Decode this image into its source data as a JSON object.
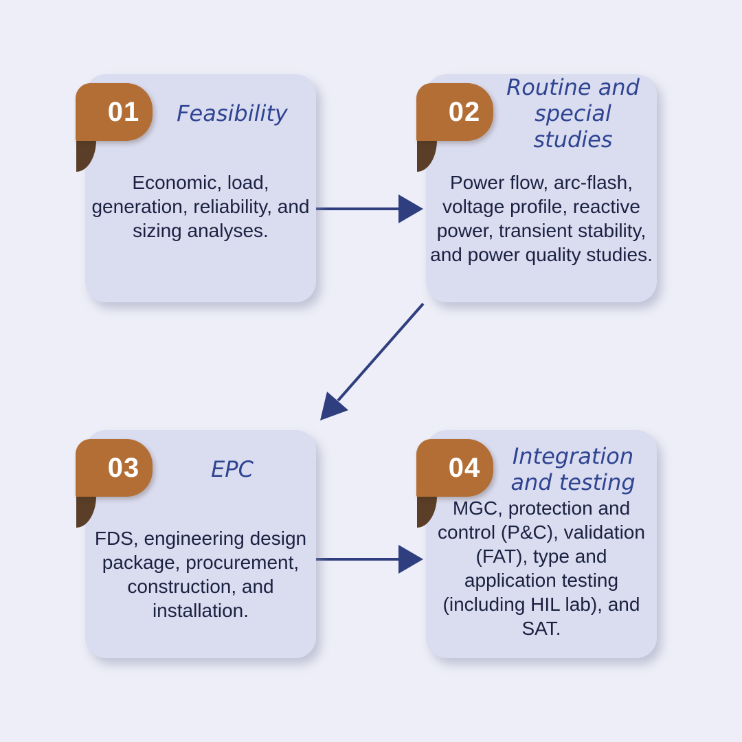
{
  "colors": {
    "page-bg": "#edeef7",
    "card-bg": "#dadcf0",
    "tab-orange": "#b26e35",
    "fold-brown": "#5a3e28",
    "title-blue": "#2e4491",
    "body-navy": "#1a2140",
    "arrow-navy": "#2e3e7e",
    "number-white": "#ffffff"
  },
  "cards": [
    {
      "number": "01",
      "title": "Feasibility",
      "body": "Economic, load,\ngeneration, reliability, and\nsizing analyses."
    },
    {
      "number": "02",
      "title": "Routine and\nspecial studies",
      "body": "Power flow, arc-flash,\nvoltage profile, reactive\npower, transient  stability,\nand power quality studies."
    },
    {
      "number": "03",
      "title": "EPC",
      "body": "FDS, engineering design\npackage, procurement,\nconstruction, and\ninstallation."
    },
    {
      "number": "04",
      "title": "Integration\nand testing",
      "body": "MGC, protection and\ncontrol (P&C), validation\n(FAT), type and\napplication testing\n(including HIL lab), and\nSAT."
    }
  ],
  "arrows": [
    {
      "from": "step-1",
      "to": "step-2",
      "direction": "right"
    },
    {
      "from": "step-2",
      "to": "step-3",
      "direction": "down-left"
    },
    {
      "from": "step-3",
      "to": "step-4",
      "direction": "right"
    }
  ]
}
